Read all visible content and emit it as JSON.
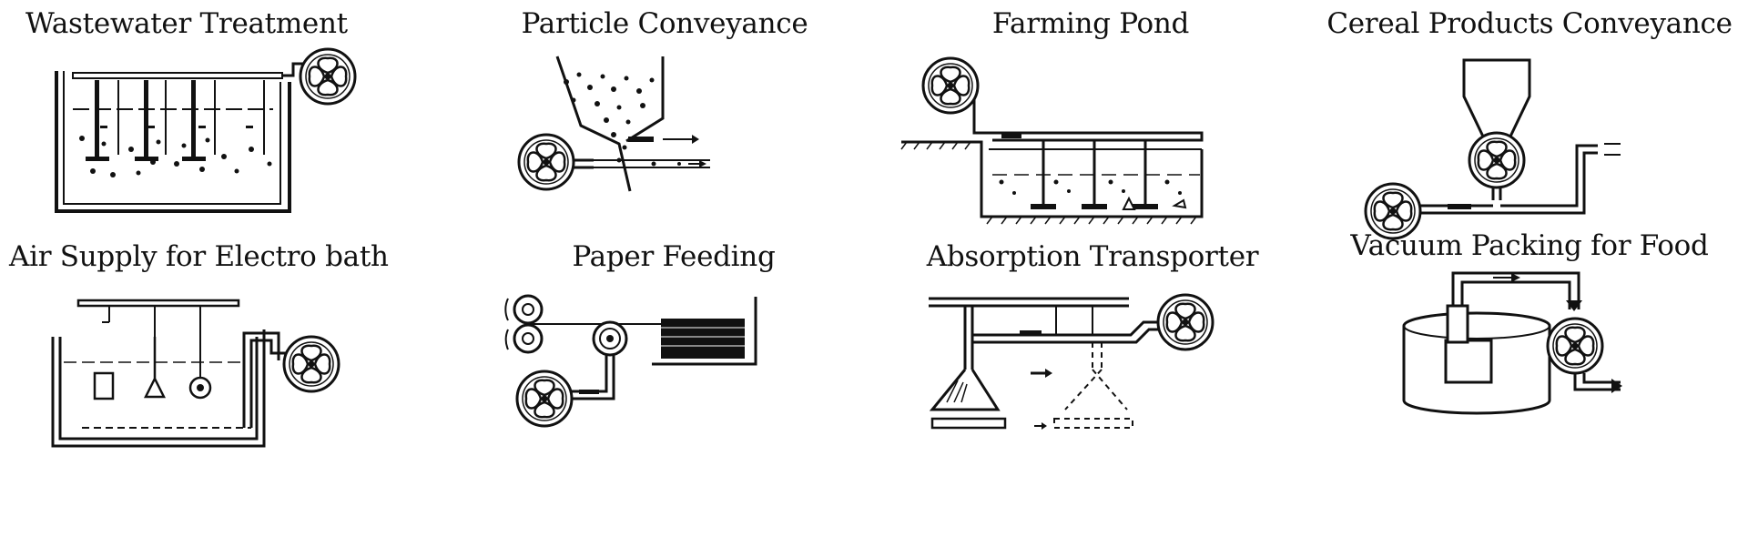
{
  "colors": {
    "ink": "#111111",
    "background": "#ffffff"
  },
  "panels": [
    {
      "id": "wastewater",
      "title": "Wastewater Treatment"
    },
    {
      "id": "particle",
      "title": "Particle Conveyance"
    },
    {
      "id": "pond",
      "title": "Farming Pond"
    },
    {
      "id": "cereal",
      "title": "Cereal Products Conveyance"
    },
    {
      "id": "electro",
      "title": "Air Supply for Electro bath"
    },
    {
      "id": "paper",
      "title": "Paper Feeding"
    },
    {
      "id": "absorption",
      "title": "Absorption Transporter"
    },
    {
      "id": "vacuum",
      "title": "Vacuum Packing for Food"
    }
  ]
}
